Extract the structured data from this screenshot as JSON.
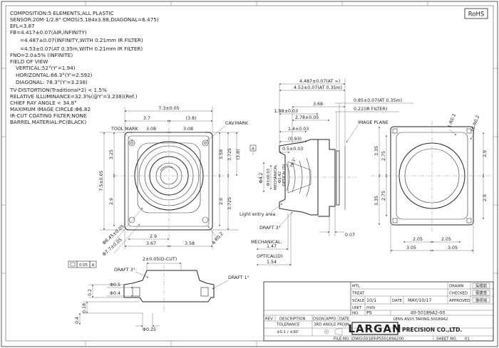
{
  "rohs": "RoHS",
  "spec_lines": [
    "COMPOSITION:5 ELEMENTS,ALL PLASTIC",
    "SENSOR:20M-1/2.8\" CMOS(5.184x3.88,DIAGONAL=6.475)",
    "EFL=3.87",
    "FB=4.417±0.07(AIR,INFINITY)",
    "=4.487±0.07(INFINITY,WITH 0.21mm IR FILTER)",
    "=4.53±0.07(AT 0.35m,WITH 0.21mm IR FILTER)",
    "FNO=2.0±5% (INFINITE)",
    "FIELD OF VIEW",
    "VERTICAL:52°(Y'=1.94)",
    "HORIZONTAL:66.3°(Y'=2.592)",
    "DIAGONAL: 78.3°(Y'=3.238)",
    "TV-DISTORTION(Traditional*2) < 1.5%",
    "RELATIVE ILLUMINANCE=32.3%(@Y'=3.238)(Ref.)",
    "CHIEF RAY ANGLE < 34.8°",
    "MAXIMUM IMAGE CIRCLE:Φ6.82",
    "IR-CUT COATING FILTER:NONE",
    "BARREL MATERIAL:PC(BLACK)"
  ],
  "front_view": {
    "dim_7_3": "7.3±0.05",
    "dim_3_7": "3.7",
    "dim_3_8": "(3.8)",
    "dim_3_08a": "3.08",
    "dim_3_08b": "3.08",
    "tool_mark": "TOOL MARK",
    "cav_mark": "CAV.MARK",
    "dim_7_5": "7.5±0.05",
    "dim_3_25": "3.25",
    "dim_2_9": "2.9",
    "dim_3_58v": "3.58",
    "dim_3_725": "3.725",
    "dim_3_8v": "(3.8)",
    "dim_3_725b": "3.725",
    "dim_2_9b": "2.9",
    "dim_3_67": "3.67",
    "dim_3_58": "3.58",
    "dim_phi_6_45": "Φ6.45±0.05",
    "dim_phi_7_7": "Φ7.7±0.05",
    "dim_4_r0_2": "4-R0.2"
  },
  "side_view": {
    "dim_4_487": "4.487±0.07(AT ∞)",
    "dim_4_53": "4.53±0.07(AT 0.35m)",
    "dim_3_68": "3.68",
    "dim_1_98": "1.98±0.03",
    "dim_2_78": "2.78±0.05",
    "dim_1_4": "1.4±0.03",
    "dim_0_93": "(0.93)",
    "dim_0_5": "0.5±0.03",
    "datum_a": "A",
    "dim_phi_4_2": "Φ4.2",
    "dim_phi_3": "Φ3±0.03",
    "mechanical": "MECHANICAL",
    "mech_val": "Φ1.42",
    "optical": "OPTICAL(D)",
    "fov_angle": "78.3°",
    "light_entry": "Light entry area",
    "draft": "DRAFT 3°",
    "mechanical2": "MECHANICAL:",
    "mech_val2": "1.47",
    "optical2": "OPTICAL(D)",
    "opt_val2": "1.54",
    "dim_0_85": "0.85±0.07(AT 0.35m)",
    "dim_0_21": "0.21(IR FILTER)",
    "image_plane": "IMAGE PLANE",
    "dim_0_07": "0.07"
  },
  "rear_view": {
    "dim_1_r0_2": "1-R0.2",
    "dim_16_r0_2": "16-R0.2",
    "dim_3_35a": "3.35",
    "dim_2_75a": "2.75",
    "dim_2_9a": "2.9",
    "dim_3_35b": "3.35",
    "dim_2_75b": "2.75",
    "dim_2_9b": "2.9",
    "dim_2_05a": "2.05",
    "dim_2_05b": "2.05",
    "dim_3_05a": "3.05",
    "dim_3_05b": "3.05"
  },
  "bottom_view": {
    "flatness_tol": "0.05",
    "flatness_datum": "A",
    "draft_top": "DRAFT 3°",
    "dim_d_cut": "2±0.05(D-CUT)",
    "draft_right": "DRAFT 1°",
    "dim_phi_0_5": "Φ0.5",
    "dim_phi_0_4": "Φ0.4",
    "dim_0_2": "0.2",
    "dim_0_18": "0.18",
    "dim_0_4": "0.4",
    "dim_phi_0_25": "Φ0.25"
  },
  "title_block": {
    "mtl_label": "MTL",
    "treat_label": "TREAT",
    "scale_label": "SCALE",
    "scale_value": "10/1",
    "date_label": "DATE",
    "date_value": "MAY/10/17",
    "unit_label": "UNIT",
    "unit_value": "mm",
    "no_label": "NO.",
    "no_value": "PS",
    "part_no": "40-50189A2-00",
    "description": "LENS ASSY,TAKING,50189A2",
    "drawn_label": "DRAWN",
    "checked_label": "CHECKED",
    "approved_label": "APPROVED",
    "drawn_sig": "吳維凱",
    "checked_sig": "張建章",
    "approved_sig": "張明鴻",
    "rev_label": "REV",
    "desc_label": "DESCRIPTION",
    "dsgn_label": "DSGN",
    "appd_label": "APPD",
    "date_col_label": "DATE",
    "tolerance_label": "TOLERANCE",
    "tolerance_value": "±0.1 / ±30'",
    "projection_label": "3RD ANGLE PROJN",
    "company": "LARGAN",
    "company_suffix": "PRECISION CO.,LTD.",
    "file_no": "FILE NO. \\DWG\\50189\\PS50189A200",
    "sheet_no": "SHEET NO.",
    "sheet_value": "01"
  }
}
